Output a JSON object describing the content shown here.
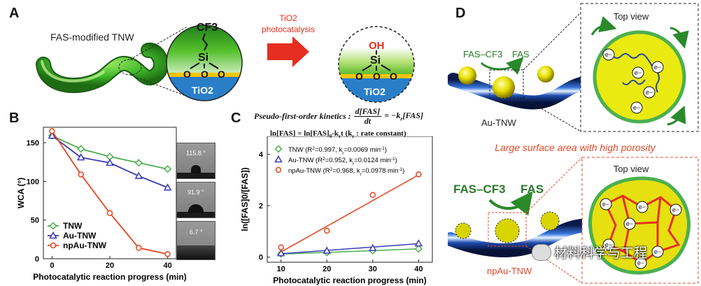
{
  "panels": {
    "a": {
      "letter": "A",
      "tnw_label": "FAS-modified  TNW",
      "arrow_label_line1": "TiO2",
      "arrow_label_line2": "photocatalysis",
      "left_circle": {
        "top_group": "CF3",
        "si": "Si",
        "o": "O",
        "substrate": "TiO2"
      },
      "right_circle": {
        "top_group": "OH",
        "si": "Si",
        "o": "O",
        "substrate": "TiO2"
      }
    },
    "b": {
      "letter": "B",
      "inset_angles": [
        "115.8 °",
        "91.9 °",
        "6.7 °"
      ]
    },
    "c": {
      "letter": "C",
      "kinetics_prefix": "Pseudo-first-order kinetics :",
      "kinetics_fraction_num": "d[FAS]",
      "kinetics_fraction_den": "dt",
      "kinetics_rhs": "= −k",
      "kinetics_rhs_sub": "r",
      "kinetics_rhs_tail": "[FAS]",
      "ln_equation": "ln[FAS] = ln[FAS]",
      "ln_equation_sub": "0",
      "ln_equation_tail": "-k",
      "ln_equation_sub2": "r",
      "ln_equation_tail2": "t  (k",
      "ln_equation_sub3": "r",
      "ln_equation_tail3": " : rate constant)"
    },
    "d": {
      "letter": "D",
      "top_view_label": "Top view",
      "fas_cf3_label": "FAS–CF3",
      "fas_label": "FAS",
      "au_tnw_label": "Au-TNW",
      "electron": "e−",
      "surface_caption": "Large surface area with high porosity",
      "top_view_label_2": "Top view",
      "fas_cf3_label_big": "FAS–CF3",
      "fas_label_big": "FAS",
      "npau_tnw_label": "npAu-TNW"
    }
  },
  "watermark": "材料科学与工程",
  "chart_data": [
    {
      "type": "line",
      "panel": "B",
      "xlabel": "Photocatalytic reaction progress (min)",
      "ylabel": "WCA (°)",
      "x": [
        0,
        10,
        20,
        30,
        40
      ],
      "xlim": [
        -3,
        43
      ],
      "ylim": [
        0,
        170
      ],
      "xticks": [
        0,
        20,
        40
      ],
      "yticks": [
        0,
        50,
        100,
        150
      ],
      "series": [
        {
          "name": "TNW",
          "color": "#4caf50",
          "marker": "diamond",
          "values": [
            159,
            142,
            132,
            124,
            116
          ]
        },
        {
          "name": "Au-TNW",
          "color": "#3b3bb3",
          "marker": "triangle",
          "values": [
            159,
            131,
            124,
            107,
            92
          ]
        },
        {
          "name": "npAu-TNW",
          "color": "#e8431f",
          "marker": "circle",
          "values": [
            165,
            109,
            59,
            14,
            6
          ]
        }
      ],
      "legend": "bottom-left"
    },
    {
      "type": "scatter",
      "panel": "C",
      "xlabel": "Photocatalytic reaction progress (min)",
      "ylabel": "ln([FAS]0/[FAS])",
      "x": [
        10,
        20,
        30,
        40
      ],
      "xlim": [
        7,
        43
      ],
      "ylim": [
        -0.2,
        4.7
      ],
      "xticks": [
        10,
        20,
        30,
        40
      ],
      "yticks": [
        0,
        2,
        4
      ],
      "series": [
        {
          "name": "TNW (R2=0.997, kr=0.0069 min-1)",
          "legend_parts": [
            "TNW (R",
            "2",
            "=0.997, k",
            "r",
            "=0.0069 min",
            "-1",
            ")"
          ],
          "color": "#4caf50",
          "marker": "diamond",
          "values": [
            0.12,
            0.18,
            0.25,
            0.32
          ],
          "fit": [
            0.115,
            0.32
          ]
        },
        {
          "name": "Au-TNW (R2=0.952, kr=0.0124 min-1)",
          "legend_parts": [
            "Au-TNW (R",
            "2",
            "=0.952, k",
            "r",
            "=0.0124 min",
            "-1",
            ")"
          ],
          "color": "#3b3bb3",
          "marker": "triangle",
          "values": [
            0.15,
            0.25,
            0.35,
            0.53
          ],
          "fit": [
            0.13,
            0.52
          ]
        },
        {
          "name": "npAu-TNW (R2=0.968, kr=0.0978 min-1)",
          "legend_parts": [
            "npAu-TNW (R",
            "2",
            "=0.968, k",
            "r",
            "=0.0978 min",
            "-1",
            ")"
          ],
          "color": "#e8431f",
          "marker": "circle",
          "values": [
            0.38,
            1.03,
            2.42,
            3.22
          ],
          "fit": [
            0.2,
            3.2
          ]
        }
      ],
      "legend": "top-left"
    }
  ]
}
